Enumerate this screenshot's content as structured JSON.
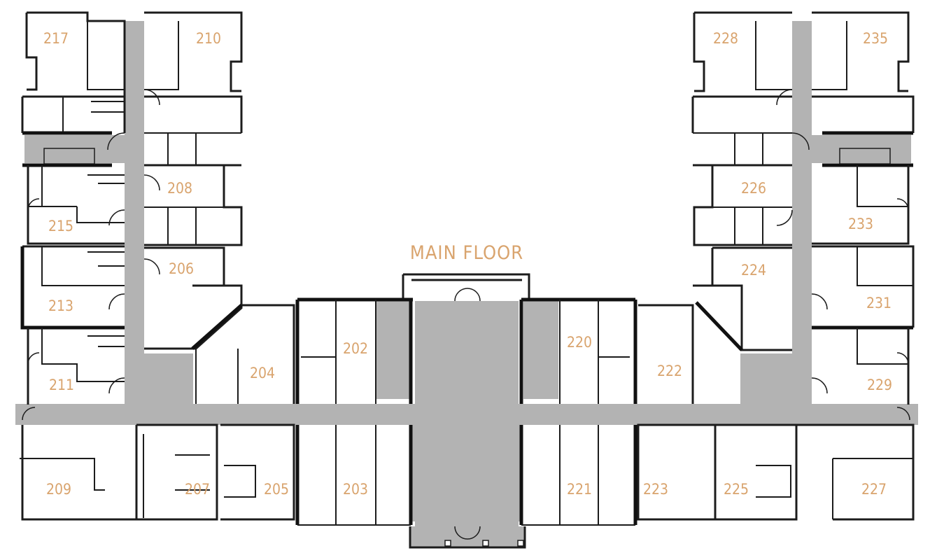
{
  "plan": {
    "title": "MAIN FLOOR",
    "colors": {
      "label": "#d9a46e",
      "corridor": "#b3b3b3",
      "wall": "#1c1c1c",
      "background": "#ffffff"
    },
    "rooms": {
      "r202": "202",
      "r203": "203",
      "r204": "204",
      "r205": "205",
      "r206": "206",
      "r207": "207",
      "r208": "208",
      "r209": "209",
      "r210": "210",
      "r211": "211",
      "r213": "213",
      "r215": "215",
      "r217": "217",
      "r220": "220",
      "r221": "221",
      "r222": "222",
      "r223": "223",
      "r224": "224",
      "r225": "225",
      "r226": "226",
      "r227": "227",
      "r228": "228",
      "r229": "229",
      "r231": "231",
      "r233": "233",
      "r235": "235"
    }
  }
}
